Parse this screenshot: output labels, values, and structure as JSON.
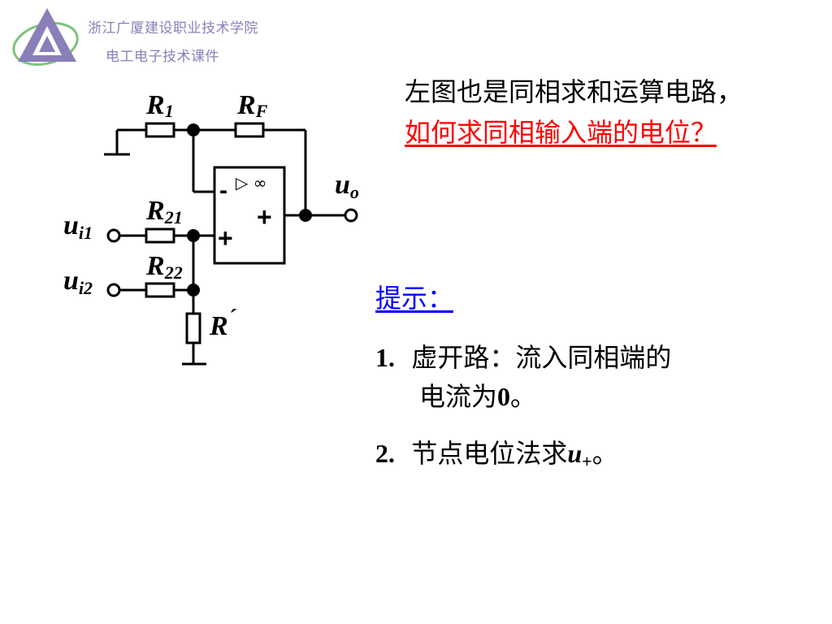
{
  "header": {
    "school_name": "浙江广厦建设职业技术学院",
    "course_name": "电工电子技术课件",
    "accent_color": "#8a7fb8"
  },
  "circuit": {
    "r1_main": "R",
    "r1_sub": "1",
    "rf_main": "R",
    "rf_sub": "F",
    "r21_main": "R",
    "r21_sub": "21",
    "r22_main": "R",
    "r22_sub": "22",
    "rprime_main": "R",
    "rprime_mark": "´",
    "ui1_main": "u",
    "ui1_sub_italic": "i",
    "ui1_sub_num": "1",
    "ui2_main": "u",
    "ui2_sub_italic": "i",
    "ui2_sub_num": "2",
    "uo_main": "u",
    "uo_sub": "o",
    "opamp_minus": "-",
    "opamp_plus_in": "+",
    "opamp_plus_out": "+",
    "opamp_symbol": "▷ ∞"
  },
  "question": {
    "black_text": "左图也是同相求和运算电路，",
    "red_text": "如何求同相输入端的电位？ ",
    "red_color": "#ff0000"
  },
  "hint": {
    "title": "提示： ",
    "title_color": "#0000ff",
    "item1_num": "1.",
    "item1_text": "虚开路：流入同相端的",
    "item1_cont_text": "电流为",
    "item1_cont_num": "0",
    "item1_cont_end": "。",
    "item2_num": "2.",
    "item2_text": "节点电位法求",
    "item2_var": "u",
    "item2_sub": "+",
    "item2_end": "。"
  }
}
